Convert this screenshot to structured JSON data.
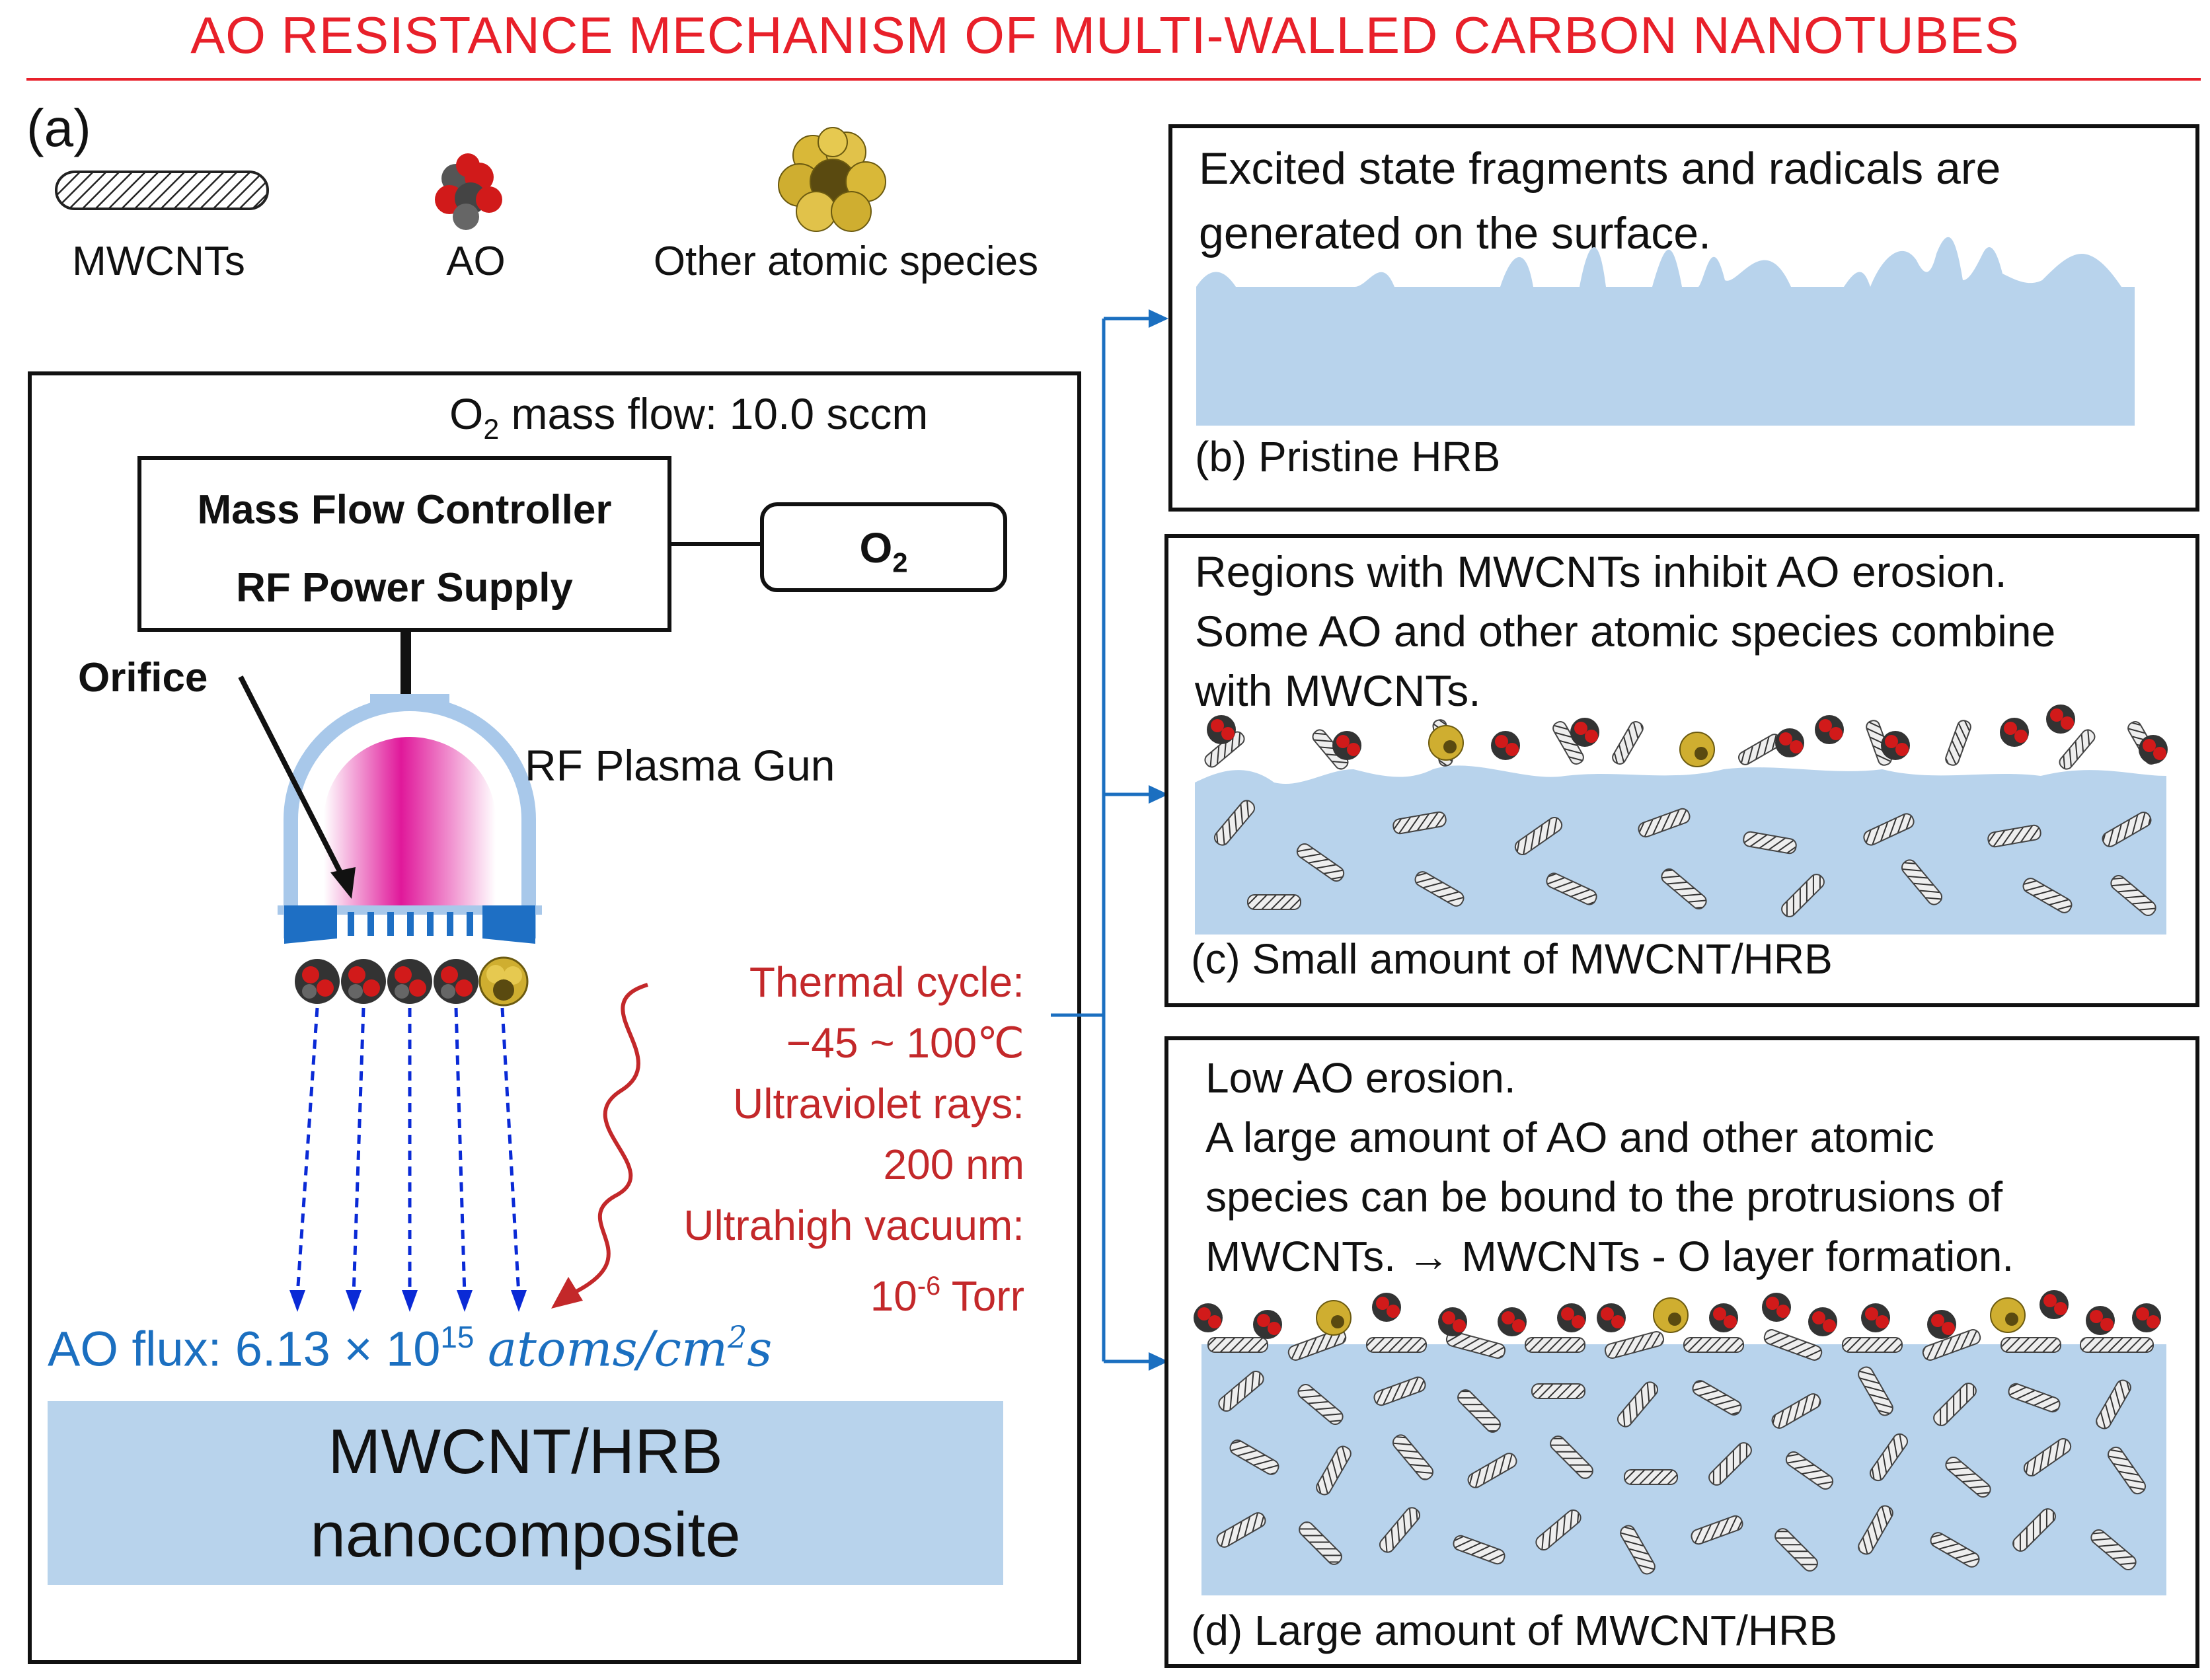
{
  "title": "AO RESISTANCE MECHANISM OF MULTI-WALLED CARBON NANOTUBES",
  "panel_a": {
    "label": "(a)",
    "legend": {
      "mwcnts": "MWCNTs",
      "ao": "AO",
      "other": "Other atomic species"
    },
    "o2_flow": {
      "prefix": "O",
      "sub": "2",
      "rest": " mass flow: 10.0 sccm"
    },
    "controller": {
      "line1": "Mass Flow Controller",
      "line2": "RF Power Supply"
    },
    "o2_box": {
      "main": "O",
      "sub": "2"
    },
    "orifice_label": "Orifice",
    "plasma_gun_label": "RF Plasma Gun",
    "conditions": [
      "Thermal cycle:",
      "−45 ~ 100℃",
      "Ultraviolet rays:",
      "200 nm",
      "Ultrahigh vacuum:"
    ],
    "pressure": {
      "base": "10",
      "exp": "-6",
      "unit": " Torr"
    },
    "ao_flux": {
      "prefix": "AO flux: 6.13 × 10",
      "exp": "15",
      "unit_main": "atoms/cm",
      "unit_exp": "2",
      "unit_tail": "s"
    },
    "sample": {
      "line1": "MWCNT/HRB",
      "line2": "nanocomposite"
    }
  },
  "panel_b": {
    "text_line1": "Excited state fragments and radicals are",
    "text_line2": "generated on the surface.",
    "caption": "(b) Pristine HRB"
  },
  "panel_c": {
    "text_line1": "Regions with MWCNTs inhibit AO erosion.",
    "text_line2": "Some AO and other atomic species combine",
    "text_line3": "with MWCNTs.",
    "caption": "(c) Small amount of MWCNT/HRB"
  },
  "panel_d": {
    "text_line1": "Low AO erosion.",
    "text_line2": "A large amount of AO and other atomic",
    "text_line3": "species can be bound to the protrusions of",
    "text_line4": "MWCNTs. → MWCNTs - O layer formation.",
    "caption": "(d) Large amount of MWCNT/HRB"
  },
  "colors": {
    "title_red": "#e8202a",
    "condition_red": "#c3282a",
    "flux_blue": "#1b6fc0",
    "sample_blue": "#b8d3ec",
    "arrow_blue": "#0a2ad6",
    "ao_red": "#d11a1a",
    "other_yellow": "#d9b838",
    "plasma_magenta": "#e0189a",
    "gun_blue": "#a8c8ea"
  }
}
